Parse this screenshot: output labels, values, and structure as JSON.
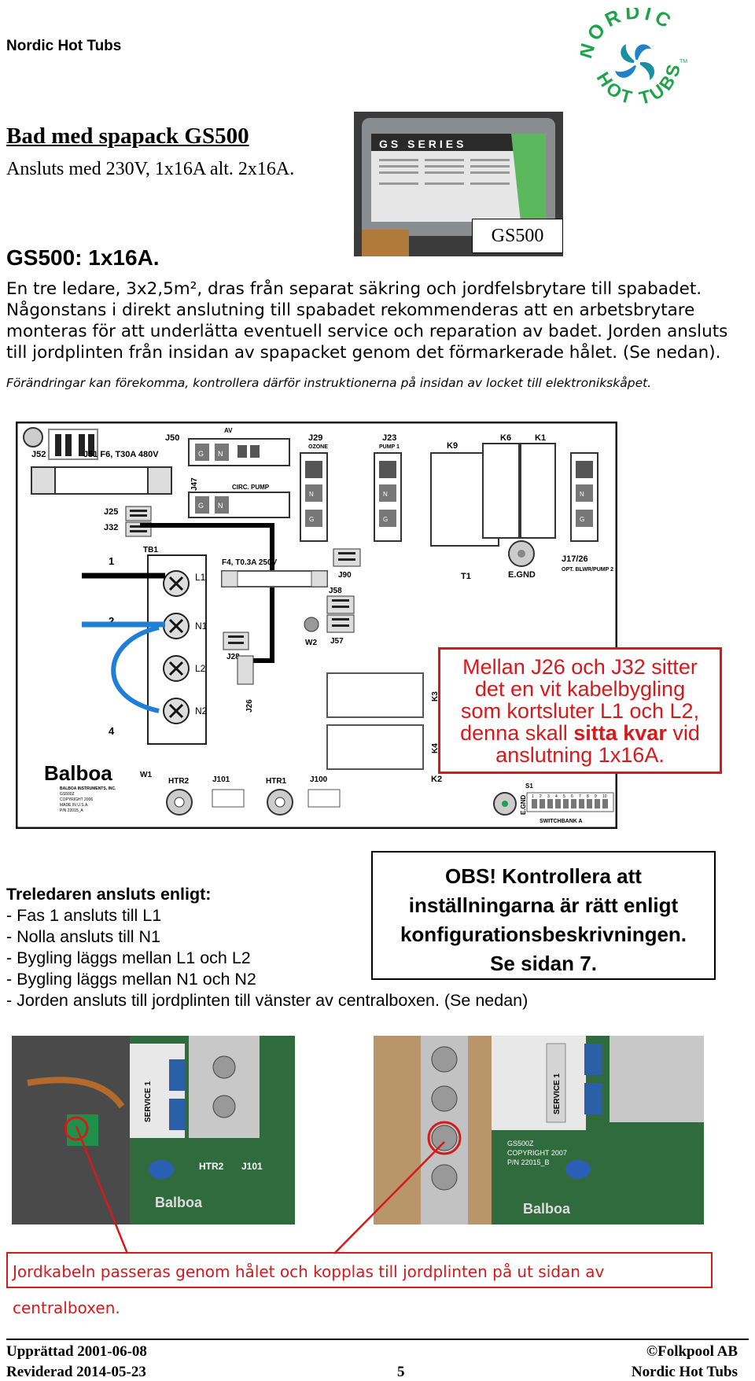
{
  "header": {
    "company": "Nordic Hot Tubs",
    "logo_text_top": "NORDIC",
    "logo_text_bottom": "HOT TUBS",
    "logo_tm": "TM",
    "logo_colors": {
      "green": "#1fa34a",
      "blue": "#1f84c7",
      "teal": "#1a8fa0"
    }
  },
  "section": {
    "title": "Bad med spapack GS500",
    "subtitle": "Ansluts med 230V, 1x16A alt. 2x16A.",
    "photo_label": "GS500",
    "photo_brand": "GS  SERIES",
    "variant": "GS500: 1x16A.",
    "paragraph": "En tre ledare, 3x2,5m², dras från separat säkring och jordfelsbrytare till spabadet. Någonstans i direkt anslutning till spabadet rekommenderas att en arbetsbrytare monteras för att underlätta eventuell service och reparation av badet. Jorden ansluts till jordplinten från insidan av spapacket genom det förmarkerade hålet. (Se nedan).",
    "note": "Förändringar kan förekomma, kontrollera därför instruktionerna på insidan av locket till elektronikskåpet."
  },
  "board": {
    "labels": {
      "j52": "J52",
      "j51": "J51 F6, T30A 480V",
      "j50": "J50",
      "av": "AV",
      "j29": "J29",
      "ozone": "OZONE",
      "j23": "J23",
      "pump1": "PUMP 1",
      "k9": "K9",
      "k6": "K6",
      "k1": "K1",
      "j47": "J47",
      "circ": "CIRC. PUMP",
      "j25": "J25",
      "j32": "J32",
      "tb1": "TB1",
      "f4": "F4, T0.3A 250V",
      "j90": "J90",
      "j58": "J58",
      "j57": "J57",
      "w2": "W2",
      "j28": "J28",
      "j26": "J26",
      "t1": "T1",
      "egnd": "E.GND",
      "j17": "J17/26",
      "opt": "OPT. BLWR/PUMP 2",
      "k3": "K3",
      "k4": "K4",
      "k2": "K2",
      "s1": "S1",
      "switchbank": "SWITCHBANK A",
      "htr2": "HTR2",
      "j101": "J101",
      "htr1": "HTR1",
      "j100": "J100",
      "w1": "W1",
      "balboa": "Balboa",
      "balboa_sub": "BALBOA INSTRUMENTS, INC.",
      "balboa_l2": "GS500Z",
      "balboa_l3": "COPYRIGHT 2006",
      "balboa_l4": "MADE IN U.S.A.",
      "balboa_l5": "P/N 22015_A",
      "t1_num": "1",
      "t2_num": "2",
      "t4_num": "4",
      "tb_l1": "L1",
      "tb_n1": "N1",
      "tb_l2": "L2",
      "tb_n2": "N2",
      "g": "G",
      "n": "N",
      "egnd2": "E.GND"
    },
    "switch_numbers": [
      "1",
      "2",
      "3",
      "4",
      "5",
      "6",
      "7",
      "8",
      "9",
      "10"
    ]
  },
  "board_callout": {
    "lines": [
      "Mellan J26 och J32 sitter",
      "det en vit kabelbygling",
      "som kortsluter L1 och L2,"
    ],
    "last_pre": "denna skall ",
    "last_bold": "sitta kvar",
    "last_post": " vid",
    "final": "anslutning 1x16A."
  },
  "obs": {
    "lines": [
      "OBS! Kontrollera att",
      "inställningarna är rätt enligt",
      "konfigurationsbeskrivningen.",
      "Se sidan 7."
    ]
  },
  "wiring": {
    "heading": "Treledaren ansluts enligt:",
    "items": [
      "- Fas 1 ansluts till L1",
      "- Nolla ansluts till N1",
      "- Bygling läggs mellan L1 och L2",
      "- Bygling läggs mellan N1 och N2",
      "- Jorden ansluts till jordplinten till vänster av centralboxen. (Se nedan)"
    ]
  },
  "photos": {
    "left": {
      "htr2": "HTR2",
      "j101": "J101",
      "brand": "Balboa",
      "service": "SERVICE 1"
    },
    "right": {
      "service": "SERVICE 1",
      "brand": "Balboa",
      "gs": "GS500Z",
      "copy": "COPYRIGHT 2007",
      "pn": "P/N 22015_B"
    }
  },
  "bottom_callout": "Jordkabeln passeras genom hålet och kopplas till jordplinten på ut sidan av centralboxen.",
  "footer": {
    "created": "Upprättad 2001-06-08",
    "revised": "Reviderad 2014-05-23",
    "page": "5",
    "copyright": "©Folkpool AB",
    "brand": "Nordic Hot Tubs"
  },
  "colors": {
    "red": "#d7191c",
    "board_bg": "#ffffff",
    "wire_blue": "#1d7fd6"
  }
}
